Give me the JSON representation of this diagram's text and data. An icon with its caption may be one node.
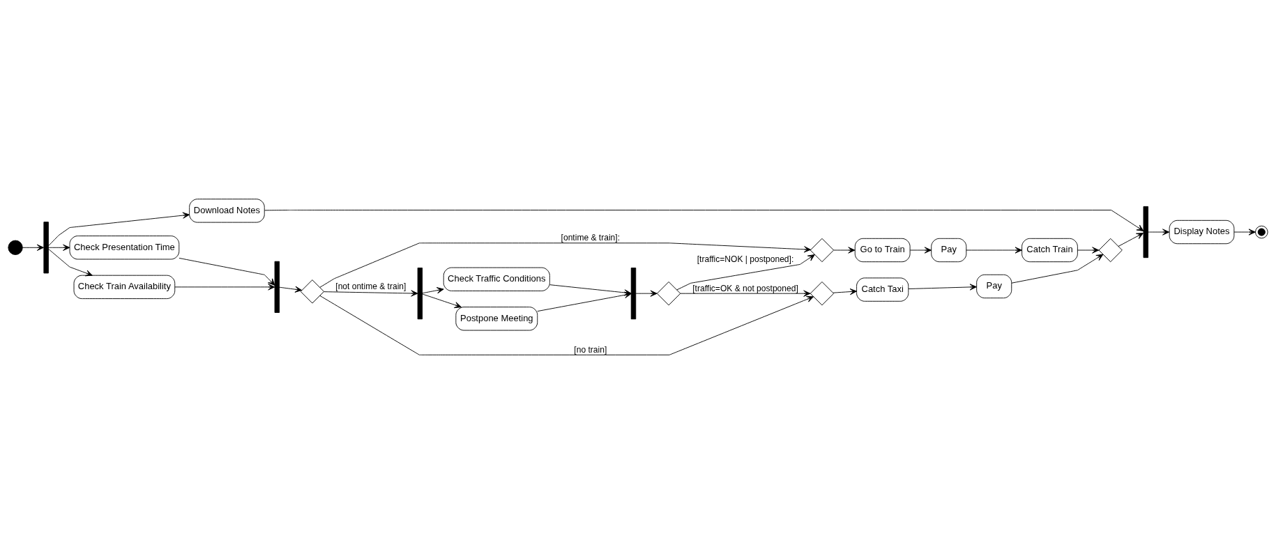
{
  "diagram": {
    "nodes": [
      {
        "text": [],
        "shape": "circle"
      },
      {
        "text": [],
        "shape": "bar"
      },
      {
        "text": [
          "Download Notes"
        ]
      },
      {
        "text": [
          "Check Presentation Time"
        ]
      },
      {
        "text": [
          "Check Train Availability"
        ]
      },
      {
        "text": [],
        "shape": "bar"
      },
      {
        "text": [],
        "shape": "diamond"
      },
      {
        "text": [],
        "shape": "diamond"
      },
      {
        "text": [
          "Go to Train"
        ]
      },
      {
        "text": [
          "Pay"
        ]
      },
      {
        "text": [
          "Catch Train"
        ]
      },
      {
        "text": [],
        "shape": "bar"
      },
      {
        "text": [
          "Check Traffic Conditions"
        ]
      },
      {
        "text": [
          "Postpone Meeting"
        ]
      },
      {
        "text": [],
        "shape": "bar"
      },
      {
        "text": [],
        "shape": "diamond"
      },
      {
        "text": [],
        "shape": "diamond"
      },
      {
        "text": [
          "Catch Taxi"
        ]
      },
      {
        "text": [
          "Pay"
        ]
      },
      {
        "text": [],
        "shape": "diamond"
      },
      {
        "text": [],
        "shape": "bar"
      },
      {
        "text": [
          "Display Notes"
        ]
      },
      {
        "text": [],
        "shape": "circle"
      }
    ],
    "edges": [
      {
        "from": 0,
        "to": 1,
        "arrow": "to"
      },
      {
        "from": 1,
        "to": 2,
        "arrow": "to"
      },
      {
        "from": 1,
        "to": 3,
        "arrow": "to"
      },
      {
        "from": 1,
        "to": 4,
        "arrow": "to"
      },
      {
        "from": 3,
        "to": 5,
        "arrow": "to"
      },
      {
        "from": 4,
        "to": 5,
        "arrow": "to"
      },
      {
        "from": 5,
        "to": 6,
        "arrow": "to"
      },
      {
        "from": 6,
        "to": 7,
        "arrow": "to",
        "label": "[ontime & train]:"
      },
      {
        "from": 6,
        "to": 11,
        "arrow": "to",
        "label": "[not ontime & train]"
      },
      {
        "from": 6,
        "to": 16,
        "arrow": "to",
        "label": "[no train]"
      },
      {
        "from": 7,
        "to": 8,
        "arrow": "to"
      },
      {
        "from": 8,
        "to": 9,
        "arrow": "to"
      },
      {
        "from": 9,
        "to": 10,
        "arrow": "to"
      },
      {
        "from": 10,
        "to": 19,
        "arrow": "to"
      },
      {
        "from": 11,
        "to": 12,
        "arrow": "to"
      },
      {
        "from": 11,
        "to": 13,
        "arrow": "to"
      },
      {
        "from": 12,
        "to": 14,
        "arrow": "to"
      },
      {
        "from": 13,
        "to": 14,
        "arrow": "to"
      },
      {
        "from": 14,
        "to": 15,
        "arrow": "to"
      },
      {
        "from": 15,
        "to": 7,
        "arrow": "to",
        "label": "[traffic=NOK | postponed]:"
      },
      {
        "from": 15,
        "to": 16,
        "arrow": "to",
        "label": "[traffic=OK & not postponed]"
      },
      {
        "from": 16,
        "to": 17,
        "arrow": "to"
      },
      {
        "from": 17,
        "to": 18,
        "arrow": "to"
      },
      {
        "from": 18,
        "to": 19,
        "arrow": "to"
      },
      {
        "from": 19,
        "to": 20,
        "arrow": "to"
      },
      {
        "from": 2,
        "to": 20,
        "arrow": "to"
      },
      {
        "from": 20,
        "to": 21,
        "arrow": "to"
      },
      {
        "from": 21,
        "to": 22,
        "arrow": "to"
      }
    ]
  }
}
